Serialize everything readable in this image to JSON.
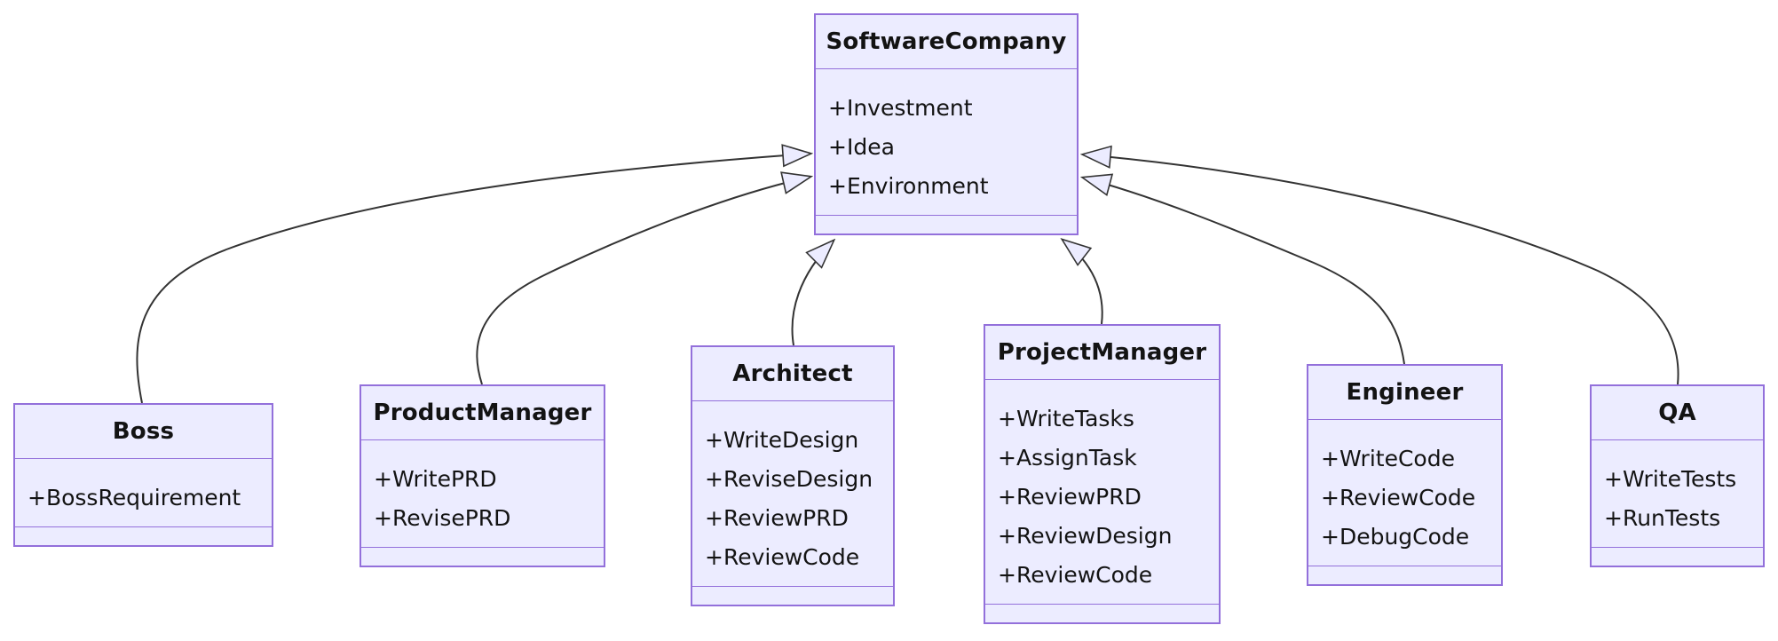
{
  "diagram": {
    "type": "uml-class-diagram",
    "relation_type": "inheritance (hollow triangle arrowheads pointing to parent)",
    "colors": {
      "node_fill": "#ECECFF",
      "node_border": "#9370DB",
      "edge_color": "#333333",
      "text_color": "#131313",
      "background": "#FFFFFF"
    }
  },
  "classes": [
    {
      "name": "SoftwareCompany",
      "members": [
        "+Investment",
        "+Idea",
        "+Environment"
      ]
    },
    {
      "name": "Boss",
      "members": [
        "+BossRequirement"
      ]
    },
    {
      "name": "ProductManager",
      "members": [
        "+WritePRD",
        "+RevisePRD"
      ]
    },
    {
      "name": "Architect",
      "members": [
        "+WriteDesign",
        "+ReviseDesign",
        "+ReviewPRD",
        "+ReviewCode"
      ]
    },
    {
      "name": "ProjectManager",
      "members": [
        "+WriteTasks",
        "+AssignTask",
        "+ReviewPRD",
        "+ReviewDesign",
        "+ReviewCode"
      ]
    },
    {
      "name": "Engineer",
      "members": [
        "+WriteCode",
        "+ReviewCode",
        "+DebugCode"
      ]
    },
    {
      "name": "QA",
      "members": [
        "+WriteTests",
        "+RunTests"
      ]
    }
  ],
  "edges": [
    {
      "from": "Boss",
      "to": "SoftwareCompany",
      "type": "inheritance"
    },
    {
      "from": "ProductManager",
      "to": "SoftwareCompany",
      "type": "inheritance"
    },
    {
      "from": "Architect",
      "to": "SoftwareCompany",
      "type": "inheritance"
    },
    {
      "from": "ProjectManager",
      "to": "SoftwareCompany",
      "type": "inheritance"
    },
    {
      "from": "Engineer",
      "to": "SoftwareCompany",
      "type": "inheritance"
    },
    {
      "from": "QA",
      "to": "SoftwareCompany",
      "type": "inheritance"
    }
  ]
}
